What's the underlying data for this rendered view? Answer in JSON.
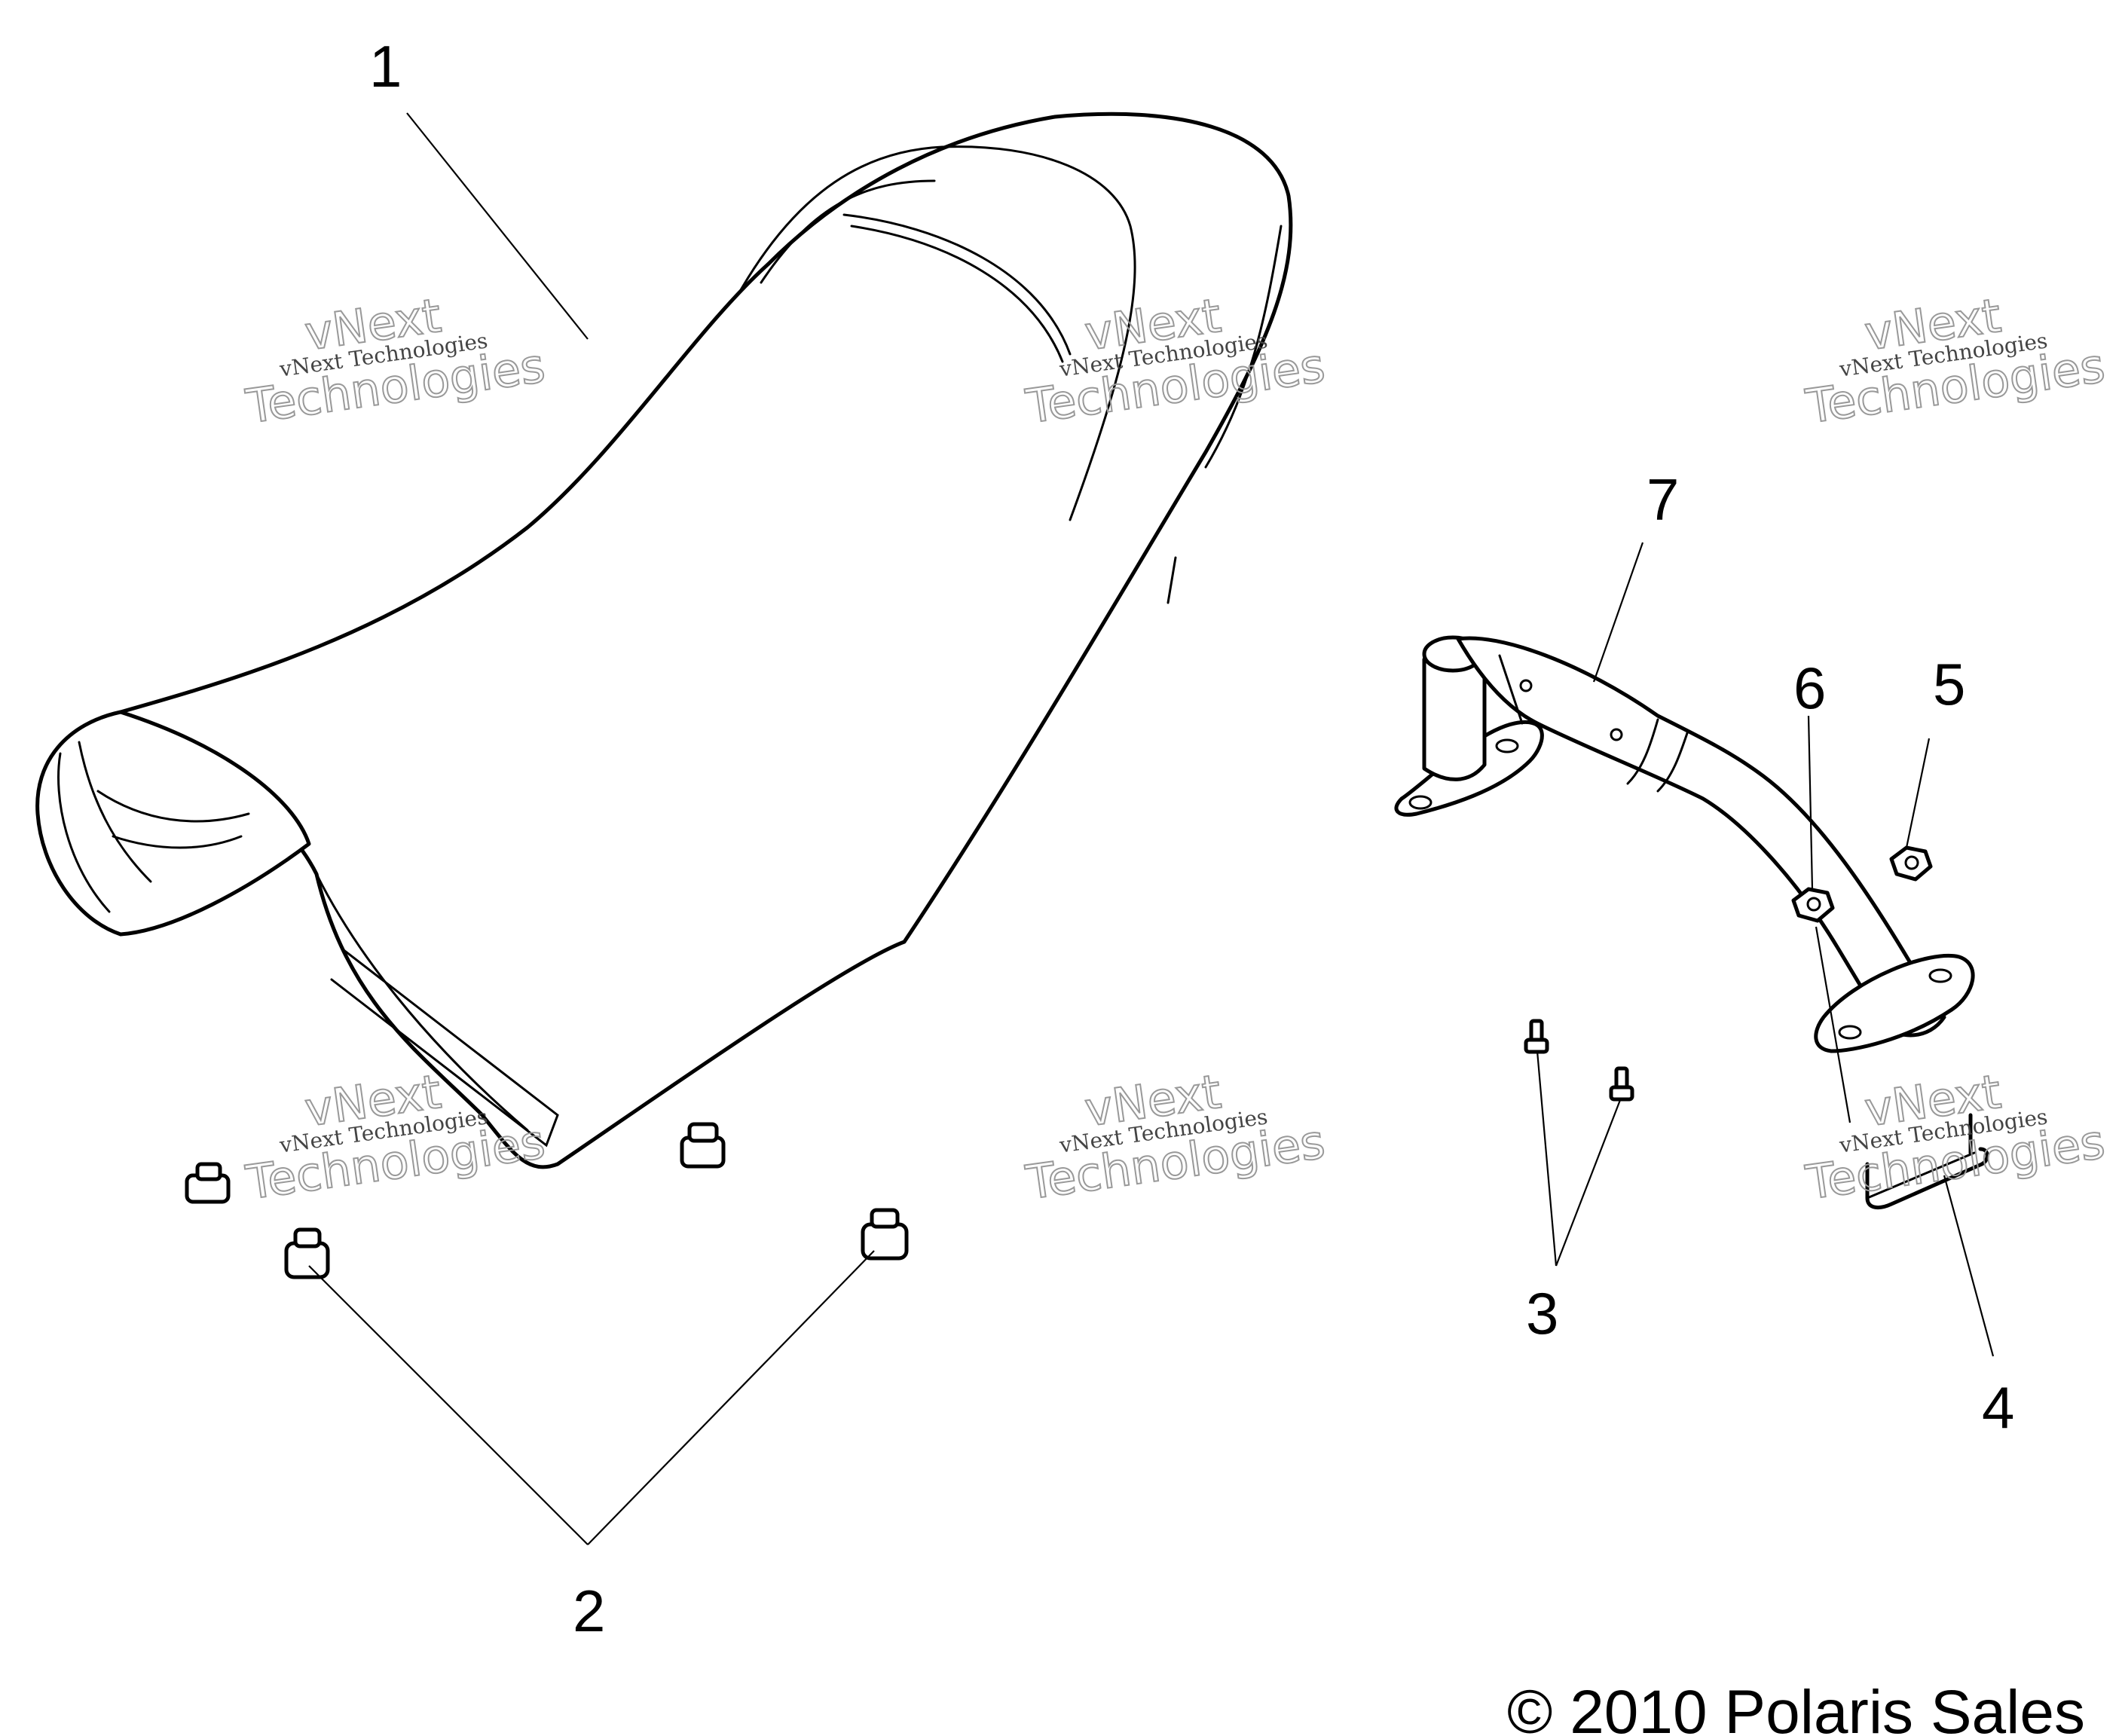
{
  "callouts": {
    "seat": "1",
    "seat_grommets": "2",
    "bolts": "3",
    "retainer": "4",
    "nut_5": "5",
    "nut_6": "6",
    "grab_bar": "7"
  },
  "copyright": "© 2010 Polaris Sales",
  "watermark": {
    "line1": "vNext Technologies",
    "line2": "vNext",
    "line3": "Technologies"
  }
}
